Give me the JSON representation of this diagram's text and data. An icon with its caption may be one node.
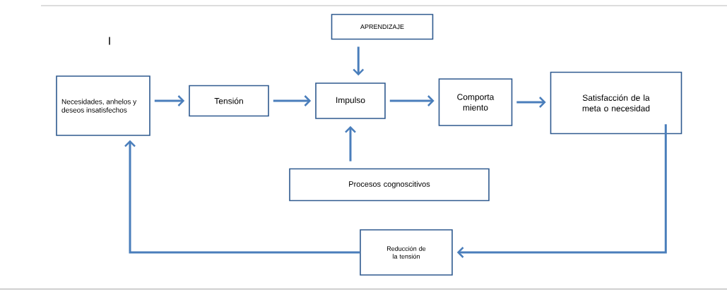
{
  "diagram": {
    "nodes": [
      {
        "text": [
          "Necesidades, anhelos y deseos insatisfechos"
        ]
      },
      {
        "text": [
          "Tensión"
        ]
      },
      {
        "text": [
          "APRENDIZAJE"
        ]
      },
      {
        "text": [
          "Impulso"
        ]
      },
      {
        "text": [
          "Comporta miento"
        ]
      },
      {
        "text": [
          "Satisfacción de la meta o necesidad"
        ]
      },
      {
        "text": [
          "Procesos cognoscitivos"
        ]
      },
      {
        "text": [
          "Reducción de la tensión"
        ]
      }
    ],
    "edges": [
      {
        "from": 0,
        "to": 1,
        "arrow": "to"
      },
      {
        "from": 1,
        "to": 3,
        "arrow": "to"
      },
      {
        "from": 2,
        "to": 3,
        "arrow": "to"
      },
      {
        "from": 6,
        "to": 3,
        "arrow": "to"
      },
      {
        "from": 3,
        "to": 4,
        "arrow": "to"
      },
      {
        "from": 4,
        "to": 5,
        "arrow": "to"
      },
      {
        "from": 5,
        "to": 7,
        "arrow": "to"
      },
      {
        "from": 7,
        "to": 0,
        "arrow": "to"
      }
    ],
    "labels": [
      "I"
    ]
  }
}
